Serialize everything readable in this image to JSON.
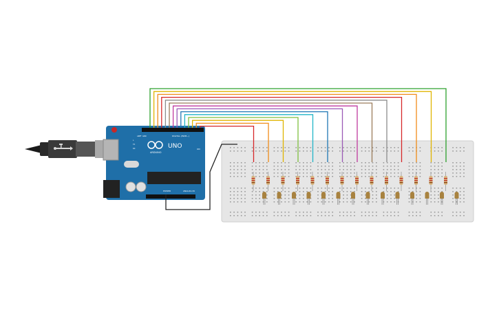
{
  "board": {
    "brand": "ARDUINO",
    "model": "UNO",
    "digital_label": "DIGITAL (PWM~)",
    "power_label": "POWER",
    "analog_label": "ANALOG IN",
    "on_label": "ON",
    "aref_label": "AREF",
    "gnd_label": "GND",
    "tx_label": "TX",
    "rx_label": "RX",
    "l_label": "L"
  },
  "colors": {
    "board": "#1f6fa8",
    "breadboard": "#e6e6e6",
    "resistor": "#d7b681",
    "wires": [
      "#2ca02c",
      "#e0b400",
      "#f08c1a",
      "#d62728",
      "#8c8c8c",
      "#9a7b5a",
      "#c0399e",
      "#9b59b6",
      "#1f77b4",
      "#20b5c8",
      "#7fbf3f",
      "#e0b400",
      "#f08c1a",
      "#d62728"
    ],
    "ground_wire": "#222222",
    "usb_metal": "#a9a9a9"
  },
  "circuit": {
    "led_count": 14,
    "resistor_count": 14
  }
}
